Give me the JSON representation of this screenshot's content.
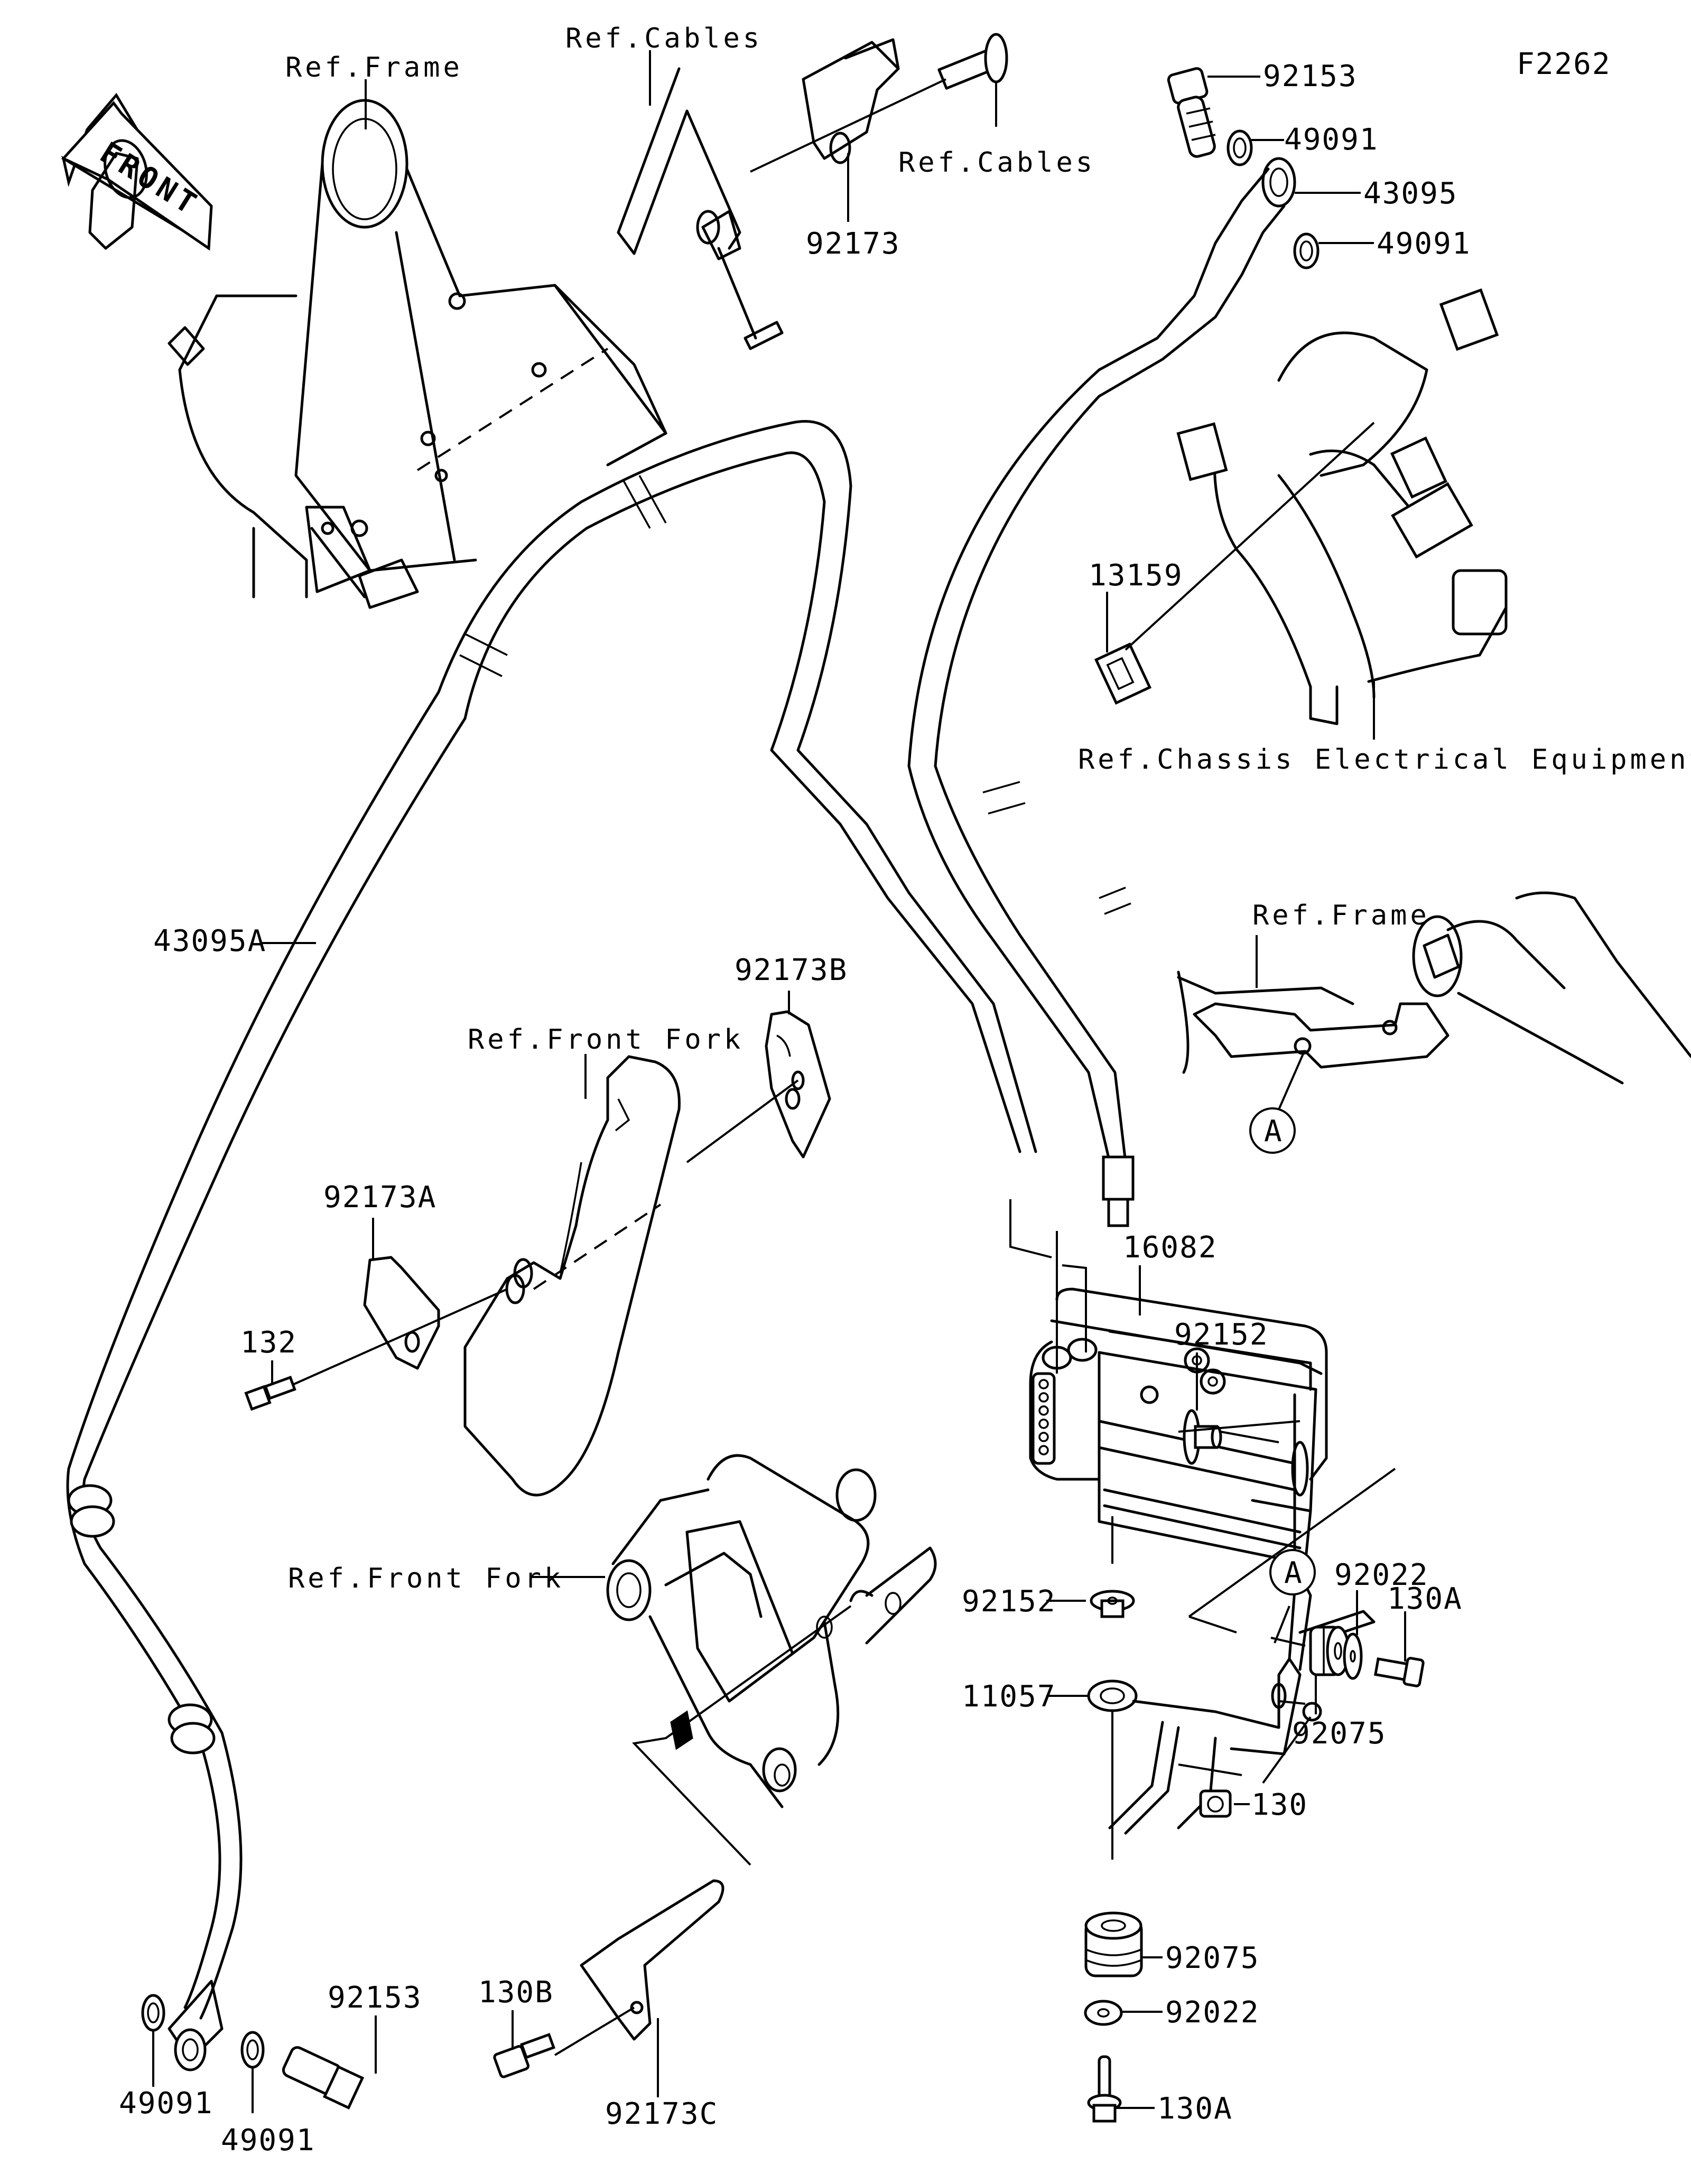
{
  "diagram": {
    "figure_code": "F2262",
    "front_indicator": "FRONT",
    "references": {
      "frame_top": "Ref.Frame",
      "cables_top": "Ref.Cables",
      "cables_bolt": "Ref.Cables",
      "frame_right": "Ref.Frame",
      "chassis_electrical": "Ref.Chassis Electrical Equipment",
      "front_fork_upper": "Ref.Front Fork",
      "front_fork_lower": "Ref.Front Fork"
    },
    "callouts": {
      "c92153_top": "92153",
      "c49091_top1": "49091",
      "c43095": "43095",
      "c49091_top2": "49091",
      "c92173": "92173",
      "c13159": "13159",
      "c43095A": "43095A",
      "c92173B": "92173B",
      "c92173A": "92173A",
      "c132": "132",
      "c16082": "16082",
      "c92152_side": "92152",
      "c92152_bottom": "92152",
      "c11057": "11057",
      "c92022_right": "92022",
      "c130A_right": "130A",
      "c92075_right": "92075",
      "c130": "130",
      "c92075_bottom": "92075",
      "c92022_bottom": "92022",
      "c130A_bottom": "130A",
      "c49091_bl1": "49091",
      "c49091_bl2": "49091",
      "c92153_bottom": "92153",
      "c130B": "130B",
      "c92173C": "92173C"
    },
    "markers": {
      "marker_a_frame": "A",
      "marker_a_bracket": "A"
    }
  }
}
